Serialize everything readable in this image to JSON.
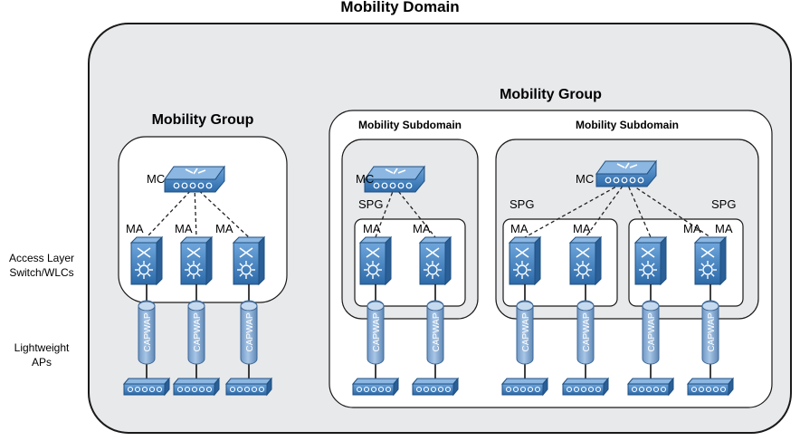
{
  "title": "Mobility Domain",
  "left_group": {
    "title": "Mobility Group",
    "mc_label": "MC",
    "ma_labels": [
      "MA",
      "MA",
      "MA"
    ],
    "capwap_labels": [
      "CAPWAP",
      "CAPWAP",
      "CAPWAP"
    ]
  },
  "right_group": {
    "title": "Mobility Group",
    "subdomain_1": {
      "title": "Mobility Subdomain",
      "mc_label": "MC",
      "spg_label": "SPG",
      "ma_labels": [
        "MA",
        "MA"
      ],
      "capwap_labels": [
        "CAPWAP",
        "CAPWAP"
      ]
    },
    "subdomain_2": {
      "title": "Mobility Subdomain",
      "mc_label": "MC",
      "spg_labels": [
        "SPG",
        "SPG"
      ],
      "ma_labels": [
        "MA",
        "MA",
        "MA",
        "MA"
      ],
      "capwap_labels": [
        "CAPWAP",
        "CAPWAP",
        "CAPWAP",
        "CAPWAP"
      ]
    }
  },
  "side_labels": {
    "access_layer": [
      "Access Layer",
      "Switch/WLCs"
    ],
    "lightweight_aps": [
      "Lightweight",
      "APs"
    ]
  },
  "colors": {
    "domain_fill": "#e8e9eb",
    "device_blue": "#3f7fc1",
    "capwap_blue": "#7ea5cf"
  },
  "icons": {
    "controller": "mobility-controller-icon",
    "switch": "multilayer-switch-icon",
    "ap": "access-point-icon",
    "tunnel": "capwap-tunnel-icon"
  }
}
